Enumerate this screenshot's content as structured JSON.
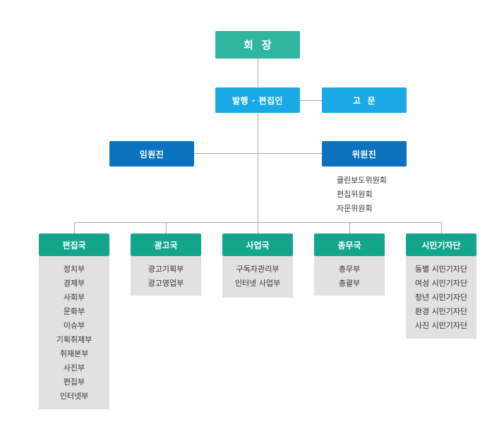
{
  "top": {
    "label": "회  장"
  },
  "publisher": {
    "label": "발행 · 편집인"
  },
  "advisor": {
    "label": "고  문"
  },
  "executives": {
    "label": "임원진"
  },
  "committee": {
    "label": "위원진",
    "items": [
      "클린보도위원회",
      "편집위원회",
      "자문위원회"
    ]
  },
  "departments": [
    {
      "name": "편집국",
      "subs": [
        "정치부",
        "경제부",
        "사회부",
        "문화부",
        "이슈부",
        "기획취재부",
        "취재본부",
        "사진부",
        "편집부",
        "인터넷부"
      ]
    },
    {
      "name": "광고국",
      "subs": [
        "광고기획부",
        "광고영업부"
      ]
    },
    {
      "name": "사업국",
      "subs": [
        "구독자관리부",
        "인터넷 사업부"
      ]
    },
    {
      "name": "총무국",
      "subs": [
        "총무부",
        "총괄부"
      ]
    },
    {
      "name": "시민기자단",
      "subs": [
        "동별 시민기자단",
        "여성 시민기자단",
        "청년 시민기자단",
        "환경 시민기자단",
        "사진 시민기자단"
      ]
    }
  ],
  "colors": {
    "top": "#2fb5a0",
    "publisher": "#1aa9e6",
    "executive": "#0c72bd",
    "department": "#13a68d",
    "sub_bg": "#e1e1e1",
    "line": "#aaaaaa"
  }
}
